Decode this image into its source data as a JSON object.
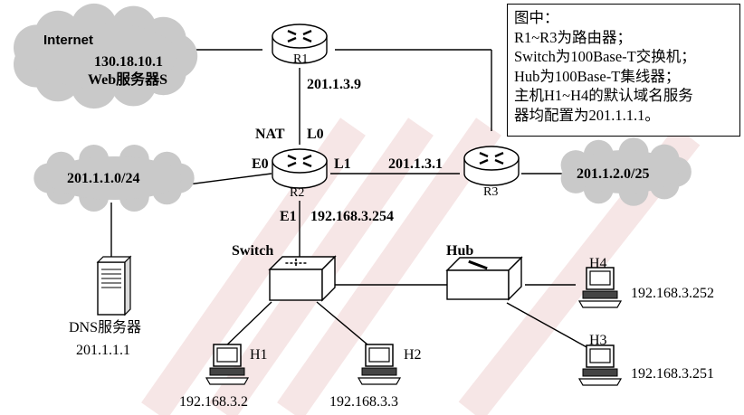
{
  "clouds": {
    "internet": {
      "name": "Internet",
      "address": "130.18.10.1",
      "server": "Web服务器S"
    },
    "lan_e0": {
      "network": "201.1.1.0/24"
    },
    "lan_r3": {
      "network": "201.1.2.0/25"
    }
  },
  "routers": {
    "r1": {
      "name": "R1",
      "ip": "201.1.3.9"
    },
    "r2": {
      "name": "R2",
      "nat": "NAT",
      "l0": "L0",
      "e0": "E0",
      "l1": "L1",
      "e1": "E1",
      "e1_ip": "192.168.3.254"
    },
    "r3": {
      "name": "R3",
      "ip": "201.1.3.1"
    }
  },
  "switch": {
    "name": "Switch"
  },
  "hub": {
    "name": "Hub"
  },
  "dns": {
    "name": "DNS服务器",
    "ip": "201.1.1.1"
  },
  "hosts": [
    {
      "name": "H1",
      "ip": "192.168.3.2"
    },
    {
      "name": "H2",
      "ip": "192.168.3.3"
    },
    {
      "name": "H3",
      "ip": "192.168.3.251"
    },
    {
      "name": "H4",
      "ip": "192.168.3.252"
    }
  ],
  "legend": {
    "lines": [
      "图中：",
      "R1~R3为路由器；",
      "Switch为100Base-T交换机；",
      "Hub为100Base-T集线器；",
      "主机H1~H4的默认域名服务",
      "器均配置为201.1.1.1。"
    ]
  },
  "colors": {
    "line": "#000000",
    "cloud": "#c9c9c9",
    "watermark": "#e8b8b8"
  }
}
